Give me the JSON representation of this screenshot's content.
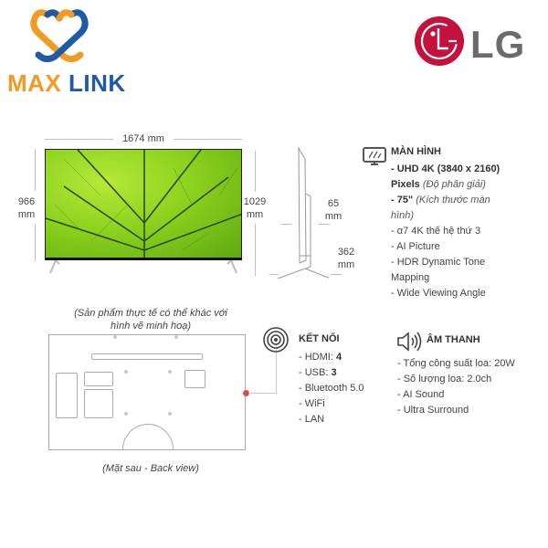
{
  "branding": {
    "retailer_logo": {
      "word1": "MAX",
      "word2": "LINK",
      "color1": "#f29b20",
      "color2": "#1f5aa8"
    },
    "brand_logo": {
      "text": "LG",
      "circle_color": "#c4123d",
      "text_color": "#6b6b6b"
    }
  },
  "front_view": {
    "width_label": "1674 mm",
    "height_label_left": [
      "966",
      "mm"
    ],
    "height_label_right": [
      "1029",
      "mm"
    ]
  },
  "side_view": {
    "depth_label": [
      "65",
      "mm"
    ],
    "stand_depth_label": [
      "362",
      "mm"
    ]
  },
  "display_spec": {
    "icon": "monitor-icon",
    "title": "MÀN HÌNH",
    "lines": [
      {
        "bold": "- UHD 4K (3840 x 2160)",
        "normal": "",
        "italic": ""
      },
      {
        "bold": "Pixels",
        "normal": "",
        "italic": " (Độ phân giải)"
      },
      {
        "bold": "- 75\"",
        "normal": "",
        "italic": " (Kích thước màn"
      },
      {
        "bold": "",
        "normal": "",
        "italic": "hình)"
      },
      {
        "bold": "",
        "normal": "- α7 4K thế hệ thứ 3",
        "italic": ""
      },
      {
        "bold": "",
        "normal": "- AI Picture",
        "italic": ""
      },
      {
        "bold": "",
        "normal": "- HDR Dynamic Tone",
        "italic": ""
      },
      {
        "bold": "",
        "normal": "Mapping",
        "italic": ""
      },
      {
        "bold": "",
        "normal": "- Wide Viewing Angle",
        "italic": ""
      }
    ]
  },
  "back_view": {
    "disclaimer": [
      "(Sản phẩm thực tế có thể khác với",
      "hình vẽ minh hoạ)"
    ],
    "caption": "(Mặt sau - Back view)",
    "accent_color": "#e04a55"
  },
  "connectivity_spec": {
    "icon": "wireless-signal-icon",
    "title": "KẾT NỐI",
    "lines": [
      {
        "label": "- HDMI: ",
        "value": "4"
      },
      {
        "label": "- USB: ",
        "value": "3"
      },
      {
        "label": "- Bluetooth 5.0",
        "value": ""
      },
      {
        "label": "- WiFi",
        "value": ""
      },
      {
        "label": "- LAN",
        "value": ""
      }
    ]
  },
  "audio_spec": {
    "icon": "speaker-icon",
    "title": "ÂM THANH",
    "lines": [
      "- Tổng công suất loa: 20W",
      "- Số lượng loa: 2.0ch",
      "- AI Sound",
      "- Ultra Surround"
    ]
  }
}
